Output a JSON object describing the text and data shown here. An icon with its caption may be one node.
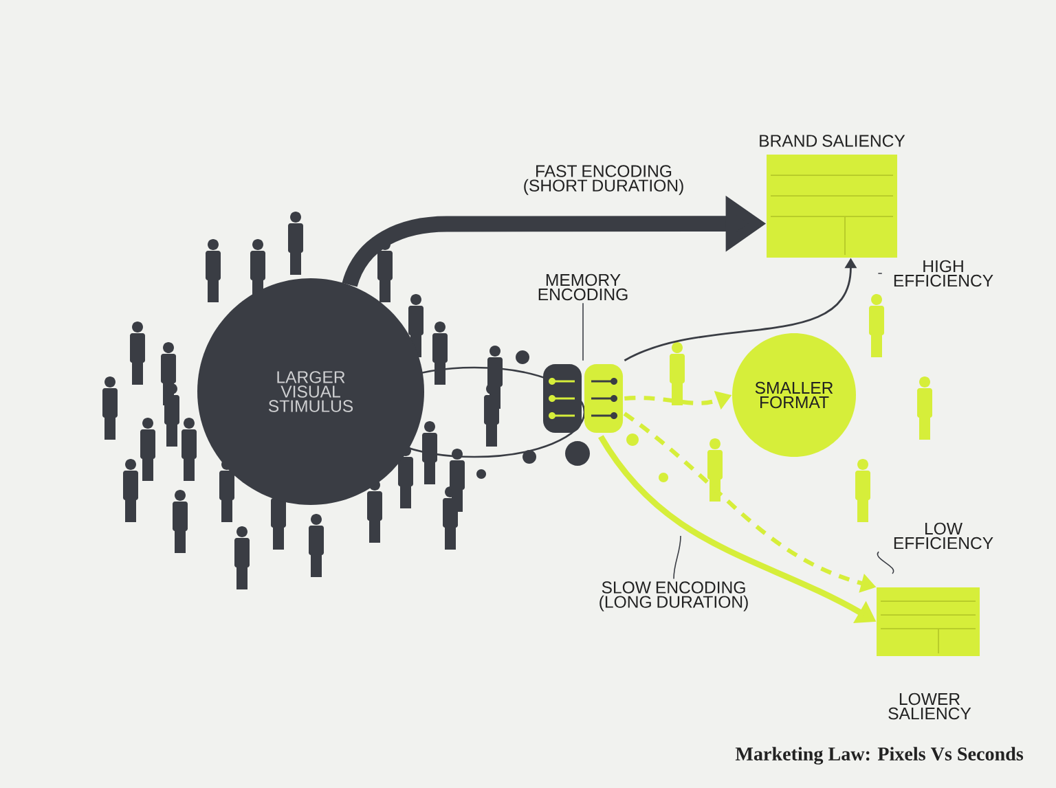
{
  "diagram": {
    "title": "Marketing Law: Pixels Vs Seconds",
    "nodes": [
      {
        "text": [
          "LARGER VISUAL STIMULUS"
        ]
      },
      {
        "text": [
          "MEMORY ENCODING"
        ]
      },
      {
        "text": [],
        "shape": "picture"
      },
      {
        "text": [
          "SMALLER FORMAT"
        ]
      },
      {
        "text": [
          "BRAND SALIENCY"
        ]
      },
      {
        "text": [
          "LOWER SALIENCY"
        ]
      },
      {
        "text": [
          "HIGH EFFICIENCY"
        ]
      },
      {
        "text": [
          "LOW EFFICIENCY"
        ]
      },
      {
        "text": [
          "SLOW ENCODING (LONG DURATION)"
        ]
      }
    ],
    "edges": [
      {
        "from": 0,
        "to": 4,
        "arrow": "to",
        "label": "FAST ENCODING (SHORT DURATION)",
        "style": "thick"
      },
      {
        "from": 2,
        "to": 4,
        "arrow": "to"
      },
      {
        "from": 2,
        "to": 5,
        "arrow": "to",
        "style": "thick",
        "color": "#d6ee3a"
      },
      {
        "from": 2,
        "to": 3,
        "arrow": "to",
        "style": "dashed",
        "color": "#d6ee3a"
      },
      {
        "from": 2,
        "to": 5,
        "arrow": "to",
        "style": "dashed",
        "color": "#d6ee3a"
      },
      {
        "from": 1,
        "to": 2,
        "arrow": "none"
      },
      {
        "from": 6,
        "to": null,
        "arrow": "none"
      },
      {
        "from": 7,
        "to": null,
        "arrow": "none"
      },
      {
        "from": 8,
        "to": null,
        "arrow": "none"
      }
    ]
  }
}
